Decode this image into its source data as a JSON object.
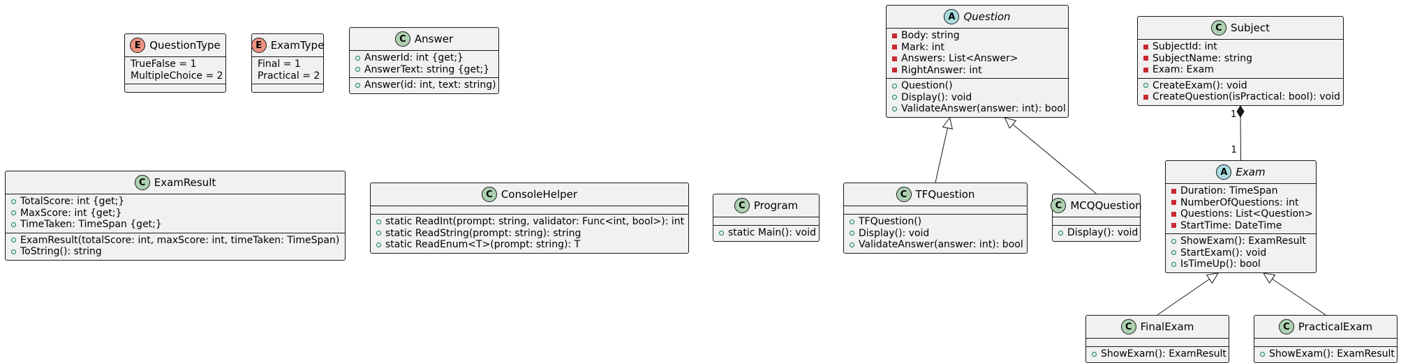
{
  "diagram": {
    "classes": [
      {
        "id": "questiontype",
        "name": "QuestionType",
        "stereotype": "E",
        "abstract": false,
        "literals": [
          "TrueFalse = 1",
          "MultipleChoice = 2"
        ]
      },
      {
        "id": "examtype",
        "name": "ExamType",
        "stereotype": "E",
        "abstract": false,
        "literals": [
          "Final = 1",
          "Practical = 2"
        ]
      },
      {
        "id": "answer",
        "name": "Answer",
        "stereotype": "C",
        "abstract": false,
        "fields": [
          {
            "vis": "public",
            "text": "AnswerId: int {get;}"
          },
          {
            "vis": "public",
            "text": "AnswerText: string {get;}"
          }
        ],
        "methods": [
          {
            "vis": "public",
            "text": "Answer(id: int, text: string)"
          }
        ]
      },
      {
        "id": "question",
        "name": "Question",
        "stereotype": "A",
        "abstract": true,
        "fields": [
          {
            "vis": "private",
            "text": "Body: string"
          },
          {
            "vis": "private",
            "text": "Mark: int"
          },
          {
            "vis": "private",
            "text": "Answers: List<Answer>"
          },
          {
            "vis": "private",
            "text": "RightAnswer: int"
          }
        ],
        "methods": [
          {
            "vis": "public",
            "text": "Question()"
          },
          {
            "vis": "public",
            "text": "Display(): void"
          },
          {
            "vis": "public",
            "text": "ValidateAnswer(answer: int): bool"
          }
        ]
      },
      {
        "id": "subject",
        "name": "Subject",
        "stereotype": "C",
        "abstract": false,
        "fields": [
          {
            "vis": "private",
            "text": "SubjectId: int"
          },
          {
            "vis": "private",
            "text": "SubjectName: string"
          },
          {
            "vis": "private",
            "text": "Exam: Exam"
          }
        ],
        "methods": [
          {
            "vis": "public",
            "text": "CreateExam(): void"
          },
          {
            "vis": "private",
            "text": "CreateQuestion(isPractical: bool): void"
          }
        ]
      },
      {
        "id": "examresult",
        "name": "ExamResult",
        "stereotype": "C",
        "abstract": false,
        "fields": [
          {
            "vis": "public",
            "text": "TotalScore: int {get;}"
          },
          {
            "vis": "public",
            "text": "MaxScore: int {get;}"
          },
          {
            "vis": "public",
            "text": "TimeTaken: TimeSpan {get;}"
          }
        ],
        "methods": [
          {
            "vis": "public",
            "text": "ExamResult(totalScore: int, maxScore: int, timeTaken: TimeSpan)"
          },
          {
            "vis": "public",
            "text": "ToString(): string"
          }
        ]
      },
      {
        "id": "consolehelper",
        "name": "ConsoleHelper",
        "stereotype": "C",
        "abstract": false,
        "fields": [],
        "methods": [
          {
            "vis": "public",
            "text": "static ReadInt(prompt: string, validator: Func<int, bool>): int"
          },
          {
            "vis": "public",
            "text": "static ReadString(prompt: string): string"
          },
          {
            "vis": "public",
            "text": "static ReadEnum<T>(prompt: string): T"
          }
        ]
      },
      {
        "id": "program",
        "name": "Program",
        "stereotype": "C",
        "abstract": false,
        "fields": [],
        "methods": [
          {
            "vis": "public",
            "text": "static Main(): void"
          }
        ]
      },
      {
        "id": "tfquestion",
        "name": "TFQuestion",
        "stereotype": "C",
        "abstract": false,
        "fields": [],
        "methods": [
          {
            "vis": "public",
            "text": "TFQuestion()"
          },
          {
            "vis": "public",
            "text": "Display(): void"
          },
          {
            "vis": "public",
            "text": "ValidateAnswer(answer: int): bool"
          }
        ]
      },
      {
        "id": "mcqquestion",
        "name": "MCQQuestion",
        "stereotype": "C",
        "abstract": false,
        "fields": [],
        "methods": [
          {
            "vis": "public",
            "text": "Display(): void"
          }
        ]
      },
      {
        "id": "exam",
        "name": "Exam",
        "stereotype": "A",
        "abstract": true,
        "fields": [
          {
            "vis": "private",
            "text": "Duration: TimeSpan"
          },
          {
            "vis": "private",
            "text": "NumberOfQuestions: int"
          },
          {
            "vis": "private",
            "text": "Questions: List<Question>"
          },
          {
            "vis": "private",
            "text": "StartTime: DateTime"
          }
        ],
        "methods": [
          {
            "vis": "public",
            "text": "ShowExam(): ExamResult"
          },
          {
            "vis": "public",
            "text": "StartExam(): void"
          },
          {
            "vis": "public",
            "text": "IsTimeUp(): bool"
          }
        ]
      },
      {
        "id": "finalexam",
        "name": "FinalExam",
        "stereotype": "C",
        "abstract": false,
        "fields": [],
        "methods": [
          {
            "vis": "public",
            "text": "ShowExam(): ExamResult"
          }
        ]
      },
      {
        "id": "practicalexam",
        "name": "PracticalExam",
        "stereotype": "C",
        "abstract": false,
        "fields": [],
        "methods": [
          {
            "vis": "public",
            "text": "ShowExam(): ExamResult"
          }
        ]
      }
    ],
    "relations": [
      {
        "type": "inheritance",
        "from": "tfquestion",
        "to": "question"
      },
      {
        "type": "inheritance",
        "from": "mcqquestion",
        "to": "question"
      },
      {
        "type": "composition",
        "from": "subject",
        "to": "exam",
        "from_mult": "1",
        "to_mult": "1"
      },
      {
        "type": "inheritance",
        "from": "finalexam",
        "to": "exam"
      },
      {
        "type": "inheritance",
        "from": "practicalexam",
        "to": "exam"
      }
    ]
  }
}
